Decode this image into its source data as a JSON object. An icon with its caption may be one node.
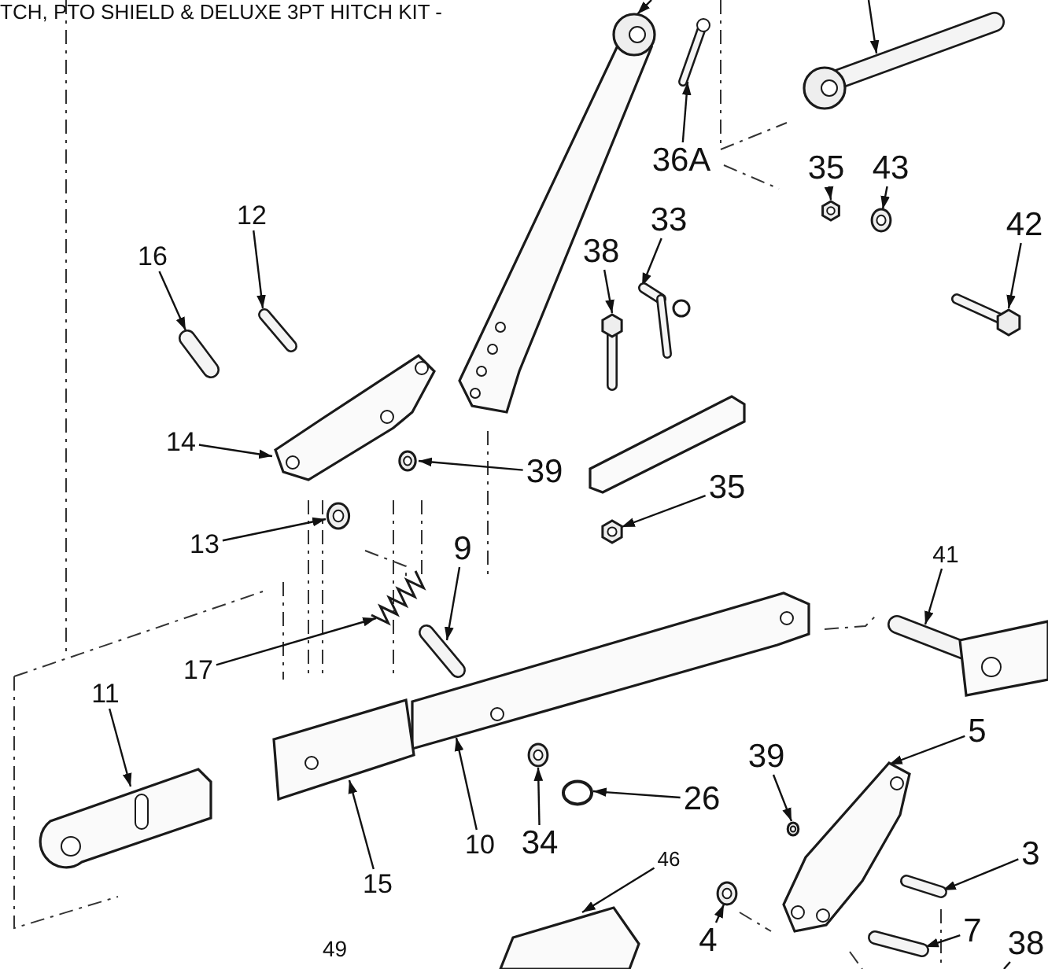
{
  "diagram": {
    "nodes": [
      {
        "text": [
          "36A"
        ]
      },
      {
        "text": [],
        "shape": "picture"
      },
      {
        "text": [
          "35"
        ]
      },
      {
        "text": [],
        "shape": "picture"
      },
      {
        "text": [
          "43"
        ]
      },
      {
        "text": [],
        "shape": "picture"
      },
      {
        "text": [
          "12"
        ]
      },
      {
        "text": [],
        "shape": "picture"
      },
      {
        "text": [
          "42"
        ]
      },
      {
        "text": [],
        "shape": "picture"
      },
      {
        "text": [
          "33"
        ]
      },
      {
        "text": [],
        "shape": "picture"
      },
      {
        "text": [
          "38"
        ]
      },
      {
        "text": [],
        "shape": "picture"
      },
      {
        "text": [
          "16"
        ]
      },
      {
        "text": [],
        "shape": "picture"
      },
      {
        "text": [
          "14"
        ]
      },
      {
        "text": [],
        "shape": "picture"
      },
      {
        "text": [
          "39"
        ]
      },
      {
        "text": [],
        "shape": "picture"
      },
      {
        "text": [
          "35"
        ]
      },
      {
        "text": [],
        "shape": "picture"
      },
      {
        "text": [
          "13"
        ]
      },
      {
        "text": [],
        "shape": "picture"
      },
      {
        "text": [
          "9"
        ]
      },
      {
        "text": [],
        "shape": "picture"
      },
      {
        "text": [
          "41"
        ]
      },
      {
        "text": [],
        "shape": "picture"
      },
      {
        "text": [
          "5"
        ]
      },
      {
        "text": [],
        "shape": "picture"
      },
      {
        "text": [
          "17"
        ]
      },
      {
        "text": [],
        "shape": "picture"
      },
      {
        "text": [
          "11"
        ]
      },
      {
        "text": [],
        "shape": "picture"
      },
      {
        "text": [
          "39"
        ]
      },
      {
        "text": [],
        "shape": "picture"
      },
      {
        "text": [
          "26"
        ]
      },
      {
        "text": [],
        "shape": "circle"
      },
      {
        "text": [
          "3"
        ]
      },
      {
        "text": [],
        "shape": "picture"
      },
      {
        "text": [
          "10"
        ]
      },
      {
        "text": [],
        "shape": "picture"
      },
      {
        "text": [
          "34"
        ]
      },
      {
        "text": [],
        "shape": "picture"
      },
      {
        "text": [
          "46"
        ]
      },
      {
        "text": [],
        "shape": "picture"
      },
      {
        "text": [
          "15"
        ]
      },
      {
        "text": [],
        "shape": "picture"
      },
      {
        "text": [
          "4"
        ]
      },
      {
        "text": [],
        "shape": "picture"
      },
      {
        "text": [
          "7"
        ]
      },
      {
        "text": [],
        "shape": "picture"
      },
      {
        "text": [
          "38"
        ]
      },
      {
        "text": [],
        "shape": "picture"
      },
      {
        "text": [],
        "shape": "picture"
      }
    ],
    "edges": [
      {
        "from": 0,
        "to": 1,
        "arrow": "to"
      },
      {
        "from": 2,
        "to": 3,
        "arrow": "to"
      },
      {
        "from": 4,
        "to": 5,
        "arrow": "to"
      },
      {
        "from": 6,
        "to": 7,
        "arrow": "to"
      },
      {
        "from": 8,
        "to": 9,
        "arrow": "to"
      },
      {
        "from": 10,
        "to": 11,
        "arrow": "to"
      },
      {
        "from": 12,
        "to": 13,
        "arrow": "to"
      },
      {
        "from": 14,
        "to": 15,
        "arrow": "to"
      },
      {
        "from": 16,
        "to": 17,
        "arrow": "to"
      },
      {
        "from": 18,
        "to": 19,
        "arrow": "to"
      },
      {
        "from": 20,
        "to": 21,
        "arrow": "to"
      },
      {
        "from": 22,
        "to": 23,
        "arrow": "to"
      },
      {
        "from": 24,
        "to": 25,
        "arrow": "to"
      },
      {
        "from": 26,
        "to": 27,
        "arrow": "to"
      },
      {
        "from": 28,
        "to": 29,
        "arrow": "to"
      },
      {
        "from": 30,
        "to": 31,
        "arrow": "to"
      },
      {
        "from": 32,
        "to": 33,
        "arrow": "to"
      },
      {
        "from": 34,
        "to": 35,
        "arrow": "to"
      },
      {
        "from": 36,
        "to": 37,
        "arrow": "to"
      },
      {
        "from": 38,
        "to": 39,
        "arrow": "to"
      },
      {
        "from": 40,
        "to": 41,
        "arrow": "to"
      },
      {
        "from": 42,
        "to": 43,
        "arrow": "to"
      },
      {
        "from": 44,
        "to": 45,
        "arrow": "to"
      },
      {
        "from": 46,
        "to": 47,
        "arrow": "to"
      },
      {
        "from": 48,
        "to": 49,
        "arrow": "to"
      },
      {
        "from": 50,
        "to": 51,
        "arrow": "to"
      },
      {
        "from": 52,
        "to": null,
        "arrow": "none"
      },
      {
        "from": null,
        "to": 53,
        "arrow": "to"
      },
      {
        "from": null,
        "to": 54,
        "arrow": "to"
      }
    ],
    "labels": [
      "TCH, PTO SHIELD & DELUXE 3PT HITCH KIT -",
      "49"
    ]
  }
}
